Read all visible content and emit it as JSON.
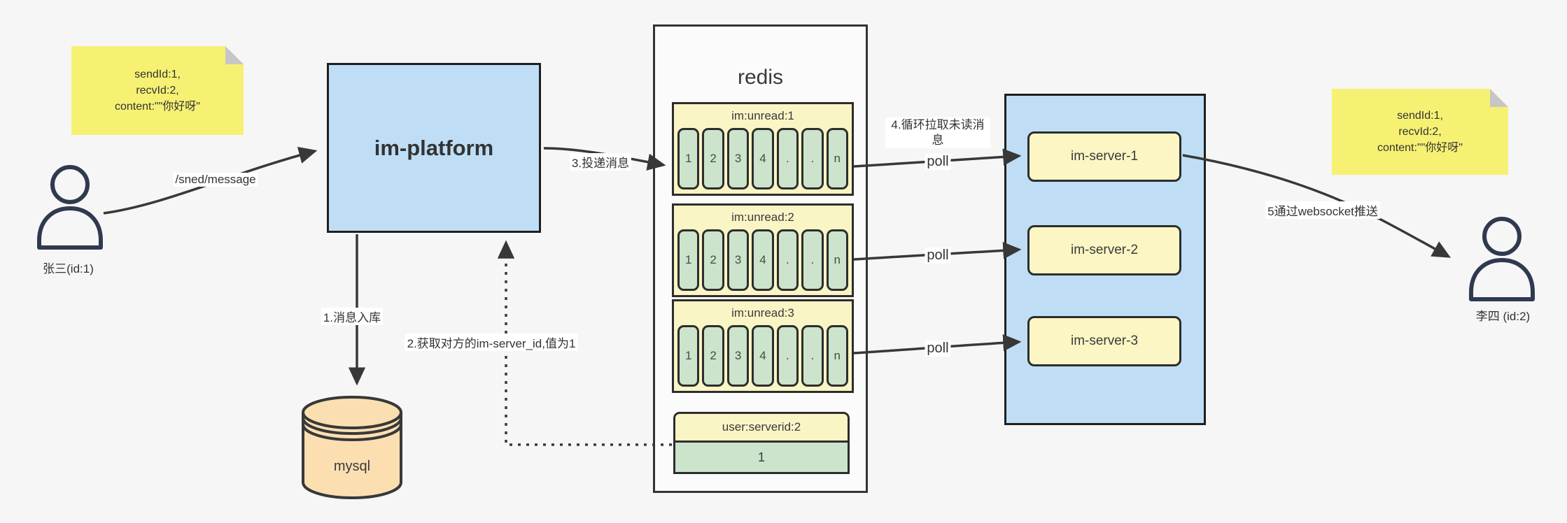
{
  "sticky_left": {
    "lines": [
      "sendId:1,",
      "recvId:2,",
      "content:\"\"你好呀\""
    ]
  },
  "sticky_right": {
    "lines": [
      "sendId:1,",
      "recvId:2,",
      "content:\"\"你好呀\""
    ]
  },
  "actors": {
    "sender": {
      "label": "张三(id:1)"
    },
    "receiver": {
      "label": "李四 (id:2)"
    }
  },
  "platform": {
    "label": "im-platform"
  },
  "mysql": {
    "label": "mysql"
  },
  "redis": {
    "title": "redis",
    "queues": [
      {
        "name": "im:unread:1",
        "cells": [
          "1",
          "2",
          "3",
          "4",
          ".",
          ".",
          "n"
        ]
      },
      {
        "name": "im:unread:2",
        "cells": [
          "1",
          "2",
          "3",
          "4",
          ".",
          ".",
          "n"
        ]
      },
      {
        "name": "im:unread:3",
        "cells": [
          "1",
          "2",
          "3",
          "4",
          ".",
          ".",
          "n"
        ]
      }
    ],
    "server_map": {
      "name": "user:serverid:2",
      "value": "1"
    }
  },
  "cluster": {
    "servers": [
      {
        "label": "im-server-1"
      },
      {
        "label": "im-server-2"
      },
      {
        "label": "im-server-3"
      }
    ]
  },
  "flow_labels": {
    "send": "/sned/message",
    "step1": "1.消息入库",
    "step2": "2.获取对方的im-server_id,值为1",
    "step3": "3.投递消息",
    "step4": "4.循环拉取未读消息",
    "step5": "5通过websocket推送",
    "poll": "poll"
  },
  "colors": {
    "accent_blue": "#bfdef6",
    "sticky_yellow": "#f6f173",
    "pale_yellow": "#faf5c5",
    "cell_green": "#cbe4cb",
    "mysql_orange": "#fbdfb1",
    "stroke": "#383838"
  }
}
